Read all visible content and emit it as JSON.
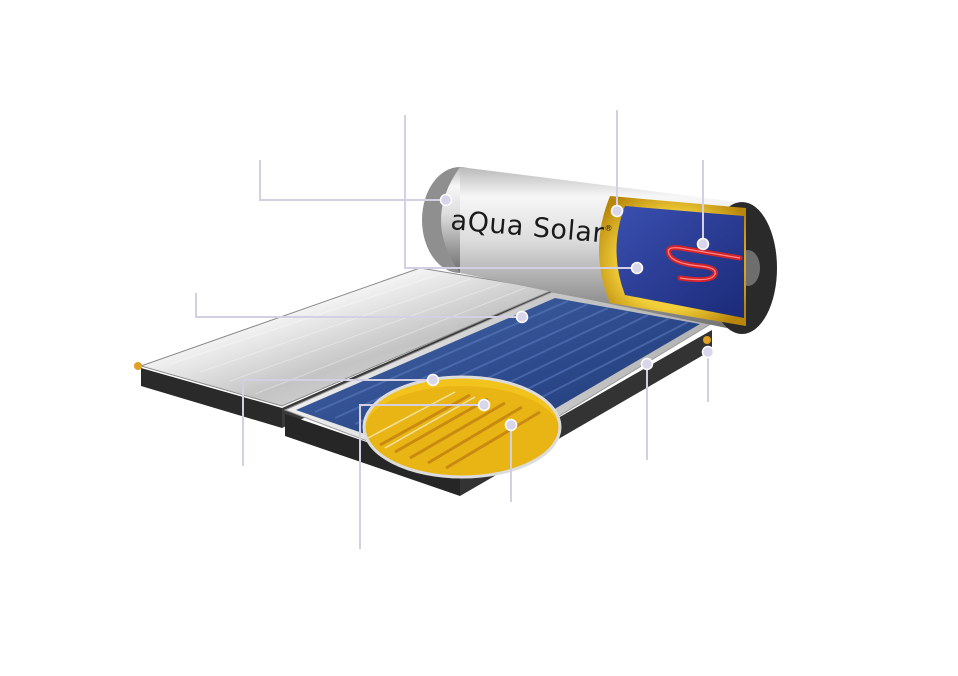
{
  "brand": {
    "logo_text": "aQua Solar",
    "registered_mark": "®"
  },
  "colors": {
    "background": "#ffffff",
    "callout_line": "#d3d0e3",
    "callout_dot": "#d9d6ec",
    "absorber_blue": "#2f4a8a",
    "tank_inner_blue": "#2b3c94",
    "insulation_gold": "#e0b21e",
    "heating_element_red": "#d6232a",
    "frame_dark": "#2a2a2a",
    "steel_silver": "#cfcfcf"
  },
  "callouts": [
    {
      "id": "tank-casing"
    },
    {
      "id": "tank-inner-vessel"
    },
    {
      "id": "tank-insulation"
    },
    {
      "id": "electric-heating-element"
    },
    {
      "id": "collector-glass-cover"
    },
    {
      "id": "absorber-plate"
    },
    {
      "id": "collector-frame"
    },
    {
      "id": "collector-outlet-connection"
    },
    {
      "id": "riser-tubes"
    },
    {
      "id": "collector-insulation"
    },
    {
      "id": "collector-casing-side"
    }
  ]
}
